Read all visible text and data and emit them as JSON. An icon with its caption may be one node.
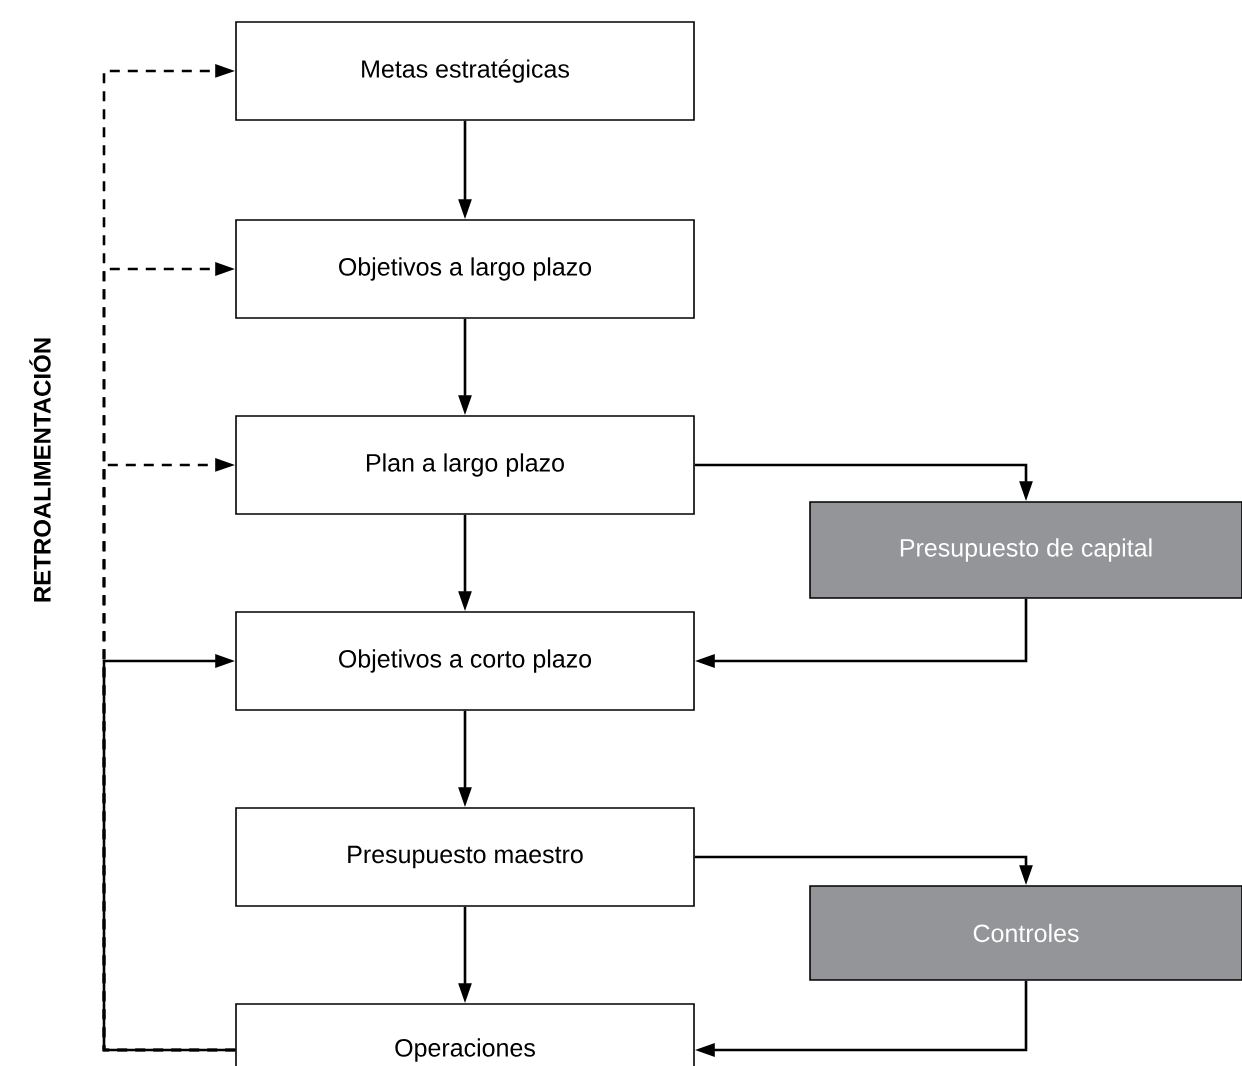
{
  "diagram": {
    "nodes": [
      {
        "text": [
          "Metas estratégicas"
        ]
      },
      {
        "text": [
          "Objetivos a largo plazo"
        ]
      },
      {
        "text": [
          "Plan a largo plazo"
        ]
      },
      {
        "text": [
          "Presupuesto de capital"
        ]
      },
      {
        "text": [
          "Objetivos a corto plazo"
        ]
      },
      {
        "text": [
          "Presupuesto maestro"
        ]
      },
      {
        "text": [
          "Controles"
        ]
      },
      {
        "text": [
          "Operaciones"
        ]
      }
    ],
    "edges": [
      {
        "from": 0,
        "to": 1,
        "arrow": "to"
      },
      {
        "from": 1,
        "to": 2,
        "arrow": "to"
      },
      {
        "from": 2,
        "to": 4,
        "arrow": "to"
      },
      {
        "from": 4,
        "to": 5,
        "arrow": "to"
      },
      {
        "from": 5,
        "to": 7,
        "arrow": "to"
      },
      {
        "from": 2,
        "to": 3,
        "arrow": "to"
      },
      {
        "from": 3,
        "to": 4,
        "arrow": "to"
      },
      {
        "from": 5,
        "to": 6,
        "arrow": "to"
      },
      {
        "from": 6,
        "to": 7,
        "arrow": "to"
      },
      {
        "from": 7,
        "to": 4,
        "arrow": "to"
      },
      {
        "from": 7,
        "to": 2,
        "arrow": "to",
        "style": "dashed"
      },
      {
        "from": 7,
        "to": 1,
        "arrow": "to",
        "style": "dashed"
      },
      {
        "from": 7,
        "to": 0,
        "arrow": "to",
        "style": "dashed"
      }
    ],
    "labels": [
      "RETROALIMENTACIÓN"
    ]
  }
}
